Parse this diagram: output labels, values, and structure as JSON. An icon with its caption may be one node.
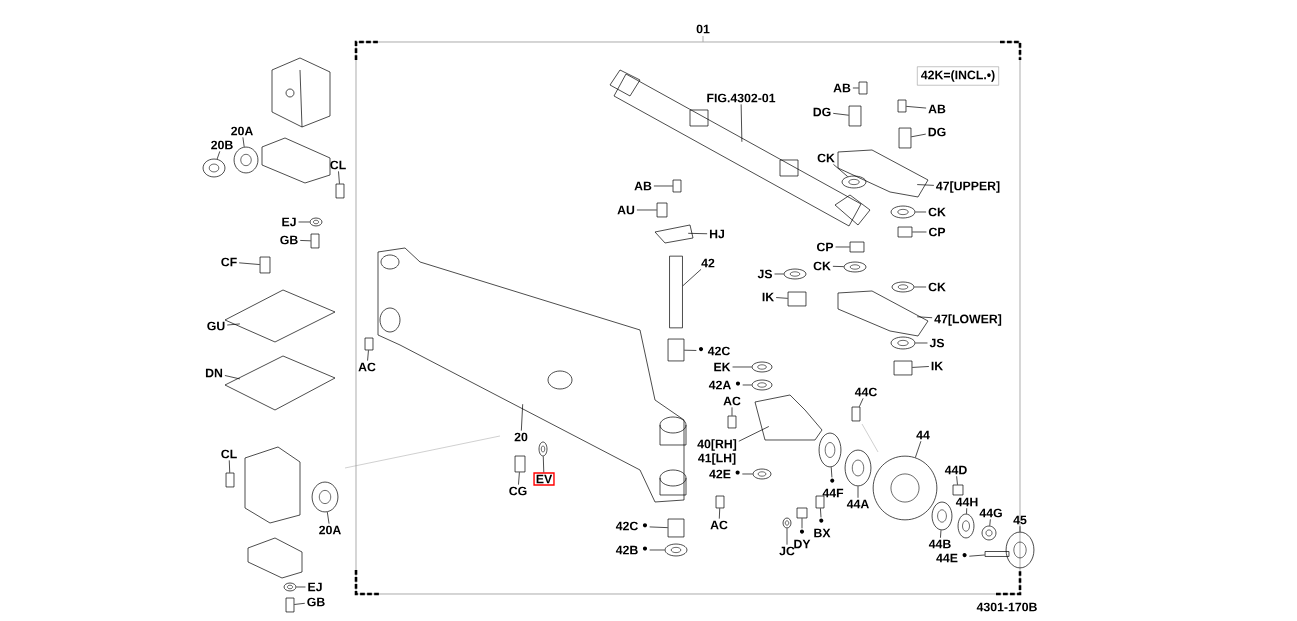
{
  "diagram": {
    "nodes": [
      {
        "text": [
          "42K=(INCL.•)"
        ]
      },
      {
        "text": [
          "FIG.4302-01"
        ]
      },
      {
        "text": [
          "AB"
        ]
      },
      {
        "text": [
          "DG"
        ]
      },
      {
        "text": [
          "AB"
        ]
      },
      {
        "text": [
          "DG"
        ]
      },
      {
        "text": [
          "20A"
        ]
      },
      {
        "text": [
          "20B"
        ]
      },
      {
        "text": [
          "CL"
        ]
      },
      {
        "text": [
          "CK"
        ]
      },
      {
        "text": [
          "47[UPPER]"
        ]
      },
      {
        "text": [
          "AB"
        ]
      },
      {
        "text": [
          "AU"
        ]
      },
      {
        "text": [
          "CK"
        ]
      },
      {
        "text": [
          "EJ"
        ]
      },
      {
        "text": [
          "CP"
        ]
      },
      {
        "text": [
          "HJ"
        ]
      },
      {
        "text": [
          "GB"
        ]
      },
      {
        "text": [
          "CP"
        ]
      },
      {
        "text": [
          "CF"
        ]
      },
      {
        "text": [
          "42"
        ]
      },
      {
        "text": [
          "CK"
        ]
      },
      {
        "text": [
          "JS"
        ]
      },
      {
        "text": [
          "CK"
        ]
      },
      {
        "text": [
          "IK"
        ]
      },
      {
        "text": [
          "47[LOWER]"
        ]
      },
      {
        "text": [
          "GU"
        ]
      },
      {
        "text": [
          "JS"
        ]
      },
      {
        "text": [
          "42C"
        ],
        "beside": [
          "•"
        ]
      },
      {
        "text": [
          "AC"
        ]
      },
      {
        "text": [
          "EK"
        ]
      },
      {
        "text": [
          "IK"
        ]
      },
      {
        "text": [
          "DN"
        ]
      },
      {
        "text": [
          "42A"
        ],
        "beside": [
          "•"
        ]
      },
      {
        "text": [
          "44C"
        ]
      },
      {
        "text": [
          "AC"
        ]
      },
      {
        "text": [
          "44"
        ]
      },
      {
        "text": [
          "20"
        ]
      },
      {
        "text": [
          "40[RH]",
          "41[LH]"
        ]
      },
      {
        "text": [
          "CL"
        ]
      },
      {
        "text": [
          "44D"
        ]
      },
      {
        "text": [
          "42E"
        ],
        "beside": [
          "•"
        ]
      },
      {
        "text": [
          "EV"
        ]
      },
      {
        "text": [
          "CG"
        ]
      },
      {
        "text": [
          "44F"
        ],
        "beside": [
          "•"
        ]
      },
      {
        "text": [
          "44H"
        ]
      },
      {
        "text": [
          "44A"
        ]
      },
      {
        "text": [
          "44G"
        ]
      },
      {
        "text": [
          "45"
        ]
      },
      {
        "text": [
          "AC"
        ]
      },
      {
        "text": [
          "42C"
        ],
        "beside": [
          "•"
        ]
      },
      {
        "text": [
          "20A"
        ]
      },
      {
        "text": [
          "BX"
        ],
        "beside": [
          "•"
        ]
      },
      {
        "text": [
          "DY"
        ],
        "beside": [
          "•"
        ]
      },
      {
        "text": [
          "44B"
        ]
      },
      {
        "text": [
          "42B"
        ],
        "beside": [
          "•"
        ]
      },
      {
        "text": [
          "JC"
        ]
      },
      {
        "text": [
          "44E"
        ],
        "beside": [
          "•"
        ]
      },
      {
        "text": [
          "EJ"
        ]
      },
      {
        "text": [
          "GB"
        ]
      },
      {
        "text": [],
        "shape": "picture"
      },
      {
        "text": [],
        "shape": "box"
      },
      {
        "text": [],
        "shape": "box"
      },
      {
        "text": [],
        "shape": "box"
      },
      {
        "text": [],
        "shape": "box"
      },
      {
        "text": [],
        "shape": "circle"
      },
      {
        "text": [],
        "shape": "circle"
      },
      {
        "text": [],
        "shape": "box"
      },
      {
        "text": [],
        "shape": "circle"
      },
      {
        "text": [],
        "shape": "picture"
      },
      {
        "text": [],
        "shape": "box"
      },
      {
        "text": [],
        "shape": "box"
      },
      {
        "text": [],
        "shape": "circle"
      },
      {
        "text": [],
        "shape": "circle"
      },
      {
        "text": [],
        "shape": "box"
      },
      {
        "text": [],
        "shape": "picture"
      },
      {
        "text": [],
        "shape": "box"
      },
      {
        "text": [],
        "shape": "box"
      },
      {
        "text": [],
        "shape": "box"
      },
      {
        "text": [],
        "shape": "box"
      },
      {
        "text": [],
        "shape": "circle"
      },
      {
        "text": [],
        "shape": "circle"
      },
      {
        "text": [],
        "shape": "circle"
      },
      {
        "text": [],
        "shape": "box"
      },
      {
        "text": [],
        "shape": "picture"
      },
      {
        "text": [],
        "shape": "picture"
      },
      {
        "text": [],
        "shape": "circle"
      },
      {
        "text": [],
        "shape": "box"
      },
      {
        "text": [],
        "shape": "box"
      },
      {
        "text": [],
        "shape": "circle"
      },
      {
        "text": [],
        "shape": "box"
      },
      {
        "text": [],
        "shape": "picture"
      },
      {
        "text": [],
        "shape": "circle"
      },
      {
        "text": [],
        "shape": "box"
      },
      {
        "text": [],
        "shape": "box"
      },
      {
        "text": [],
        "shape": "circle"
      },
      {
        "text": [],
        "shape": "picture"
      },
      {
        "text": [],
        "shape": "picture"
      },
      {
        "text": [],
        "shape": "box"
      },
      {
        "text": [],
        "shape": "box"
      },
      {
        "text": [],
        "shape": "circle"
      },
      {
        "text": [],
        "shape": "circle"
      },
      {
        "text": [],
        "shape": "box"
      },
      {
        "text": [],
        "shape": "circle"
      },
      {
        "text": [],
        "shape": "circle"
      },
      {
        "text": [],
        "shape": "circle"
      },
      {
        "text": [],
        "shape": "circle"
      },
      {
        "text": [],
        "shape": "circle"
      },
      {
        "text": [],
        "shape": "box"
      },
      {
        "text": [],
        "shape": "box"
      },
      {
        "text": [],
        "shape": "circle"
      },
      {
        "text": [],
        "shape": "box"
      },
      {
        "text": [],
        "shape": "box"
      },
      {
        "text": [],
        "shape": "circle"
      },
      {
        "text": [],
        "shape": "circle"
      },
      {
        "text": [],
        "shape": "circle"
      },
      {
        "text": [],
        "shape": "box"
      },
      {
        "text": [],
        "shape": "circle"
      },
      {
        "text": [],
        "shape": "box"
      }
    ],
    "edges": [
      {
        "from": 1,
        "to": 60,
        "arrow": "none"
      },
      {
        "from": 2,
        "to": 61,
        "arrow": "none"
      },
      {
        "from": 3,
        "to": 62,
        "arrow": "none"
      },
      {
        "from": 4,
        "to": 63,
        "arrow": "none"
      },
      {
        "from": 5,
        "to": 64,
        "arrow": "none"
      },
      {
        "from": 6,
        "to": 65,
        "arrow": "none"
      },
      {
        "from": 7,
        "to": 66,
        "arrow": "none"
      },
      {
        "from": 8,
        "to": 67,
        "arrow": "none"
      },
      {
        "from": 9,
        "to": 68,
        "arrow": "none"
      },
      {
        "from": 10,
        "to": 69,
        "arrow": "none"
      },
      {
        "from": 11,
        "to": 70,
        "arrow": "none"
      },
      {
        "from": 12,
        "to": 71,
        "arrow": "none"
      },
      {
        "from": 13,
        "to": 72,
        "arrow": "none"
      },
      {
        "from": 14,
        "to": 73,
        "arrow": "none"
      },
      {
        "from": 15,
        "to": 74,
        "arrow": "none"
      },
      {
        "from": 16,
        "to": 75,
        "arrow": "none"
      },
      {
        "from": 17,
        "to": 76,
        "arrow": "none"
      },
      {
        "from": 18,
        "to": 77,
        "arrow": "none"
      },
      {
        "from": 19,
        "to": 78,
        "arrow": "none"
      },
      {
        "from": 20,
        "to": 79,
        "arrow": "none"
      },
      {
        "from": 21,
        "to": 80,
        "arrow": "none"
      },
      {
        "from": 22,
        "to": 81,
        "arrow": "none"
      },
      {
        "from": 23,
        "to": 82,
        "arrow": "none"
      },
      {
        "from": 24,
        "to": 83,
        "arrow": "none"
      },
      {
        "from": 25,
        "to": 84,
        "arrow": "none"
      },
      {
        "from": 26,
        "to": 85,
        "arrow": "none"
      },
      {
        "from": 27,
        "to": 86,
        "arrow": "none"
      },
      {
        "from": 28,
        "to": 87,
        "arrow": "none"
      },
      {
        "from": 29,
        "to": 88,
        "arrow": "none"
      },
      {
        "from": 30,
        "to": 89,
        "arrow": "none"
      },
      {
        "from": 31,
        "to": 90,
        "arrow": "none"
      },
      {
        "from": 32,
        "to": 91,
        "arrow": "none"
      },
      {
        "from": 33,
        "to": 92,
        "arrow": "none"
      },
      {
        "from": 34,
        "to": 93,
        "arrow": "none"
      },
      {
        "from": 35,
        "to": 94,
        "arrow": "none"
      },
      {
        "from": 36,
        "to": 95,
        "arrow": "none"
      },
      {
        "from": 37,
        "to": 96,
        "arrow": "none"
      },
      {
        "from": 38,
        "to": 97,
        "arrow": "none"
      },
      {
        "from": 39,
        "to": 98,
        "arrow": "none"
      },
      {
        "from": 40,
        "to": 99,
        "arrow": "none"
      },
      {
        "from": 41,
        "to": 100,
        "arrow": "none"
      },
      {
        "from": 42,
        "to": 101,
        "arrow": "none"
      },
      {
        "from": 43,
        "to": 102,
        "arrow": "none"
      },
      {
        "from": 44,
        "to": 103,
        "arrow": "none"
      },
      {
        "from": 45,
        "to": 104,
        "arrow": "none"
      },
      {
        "from": 46,
        "to": 105,
        "arrow": "none"
      },
      {
        "from": 47,
        "to": 106,
        "arrow": "none"
      },
      {
        "from": 48,
        "to": 107,
        "arrow": "none"
      },
      {
        "from": 49,
        "to": 108,
        "arrow": "none"
      },
      {
        "from": 50,
        "to": 109,
        "arrow": "none"
      },
      {
        "from": 51,
        "to": 110,
        "arrow": "none"
      },
      {
        "from": 52,
        "to": 111,
        "arrow": "none"
      },
      {
        "from": 53,
        "to": 112,
        "arrow": "none"
      },
      {
        "from": 54,
        "to": 113,
        "arrow": "none"
      },
      {
        "from": 55,
        "to": 114,
        "arrow": "none"
      },
      {
        "from": 56,
        "to": 115,
        "arrow": "none"
      },
      {
        "from": 57,
        "to": 116,
        "arrow": "none"
      },
      {
        "from": 58,
        "to": 117,
        "arrow": "none"
      },
      {
        "from": 59,
        "to": 118,
        "arrow": "none"
      }
    ],
    "labels": [
      "01",
      "4301-170B"
    ]
  }
}
